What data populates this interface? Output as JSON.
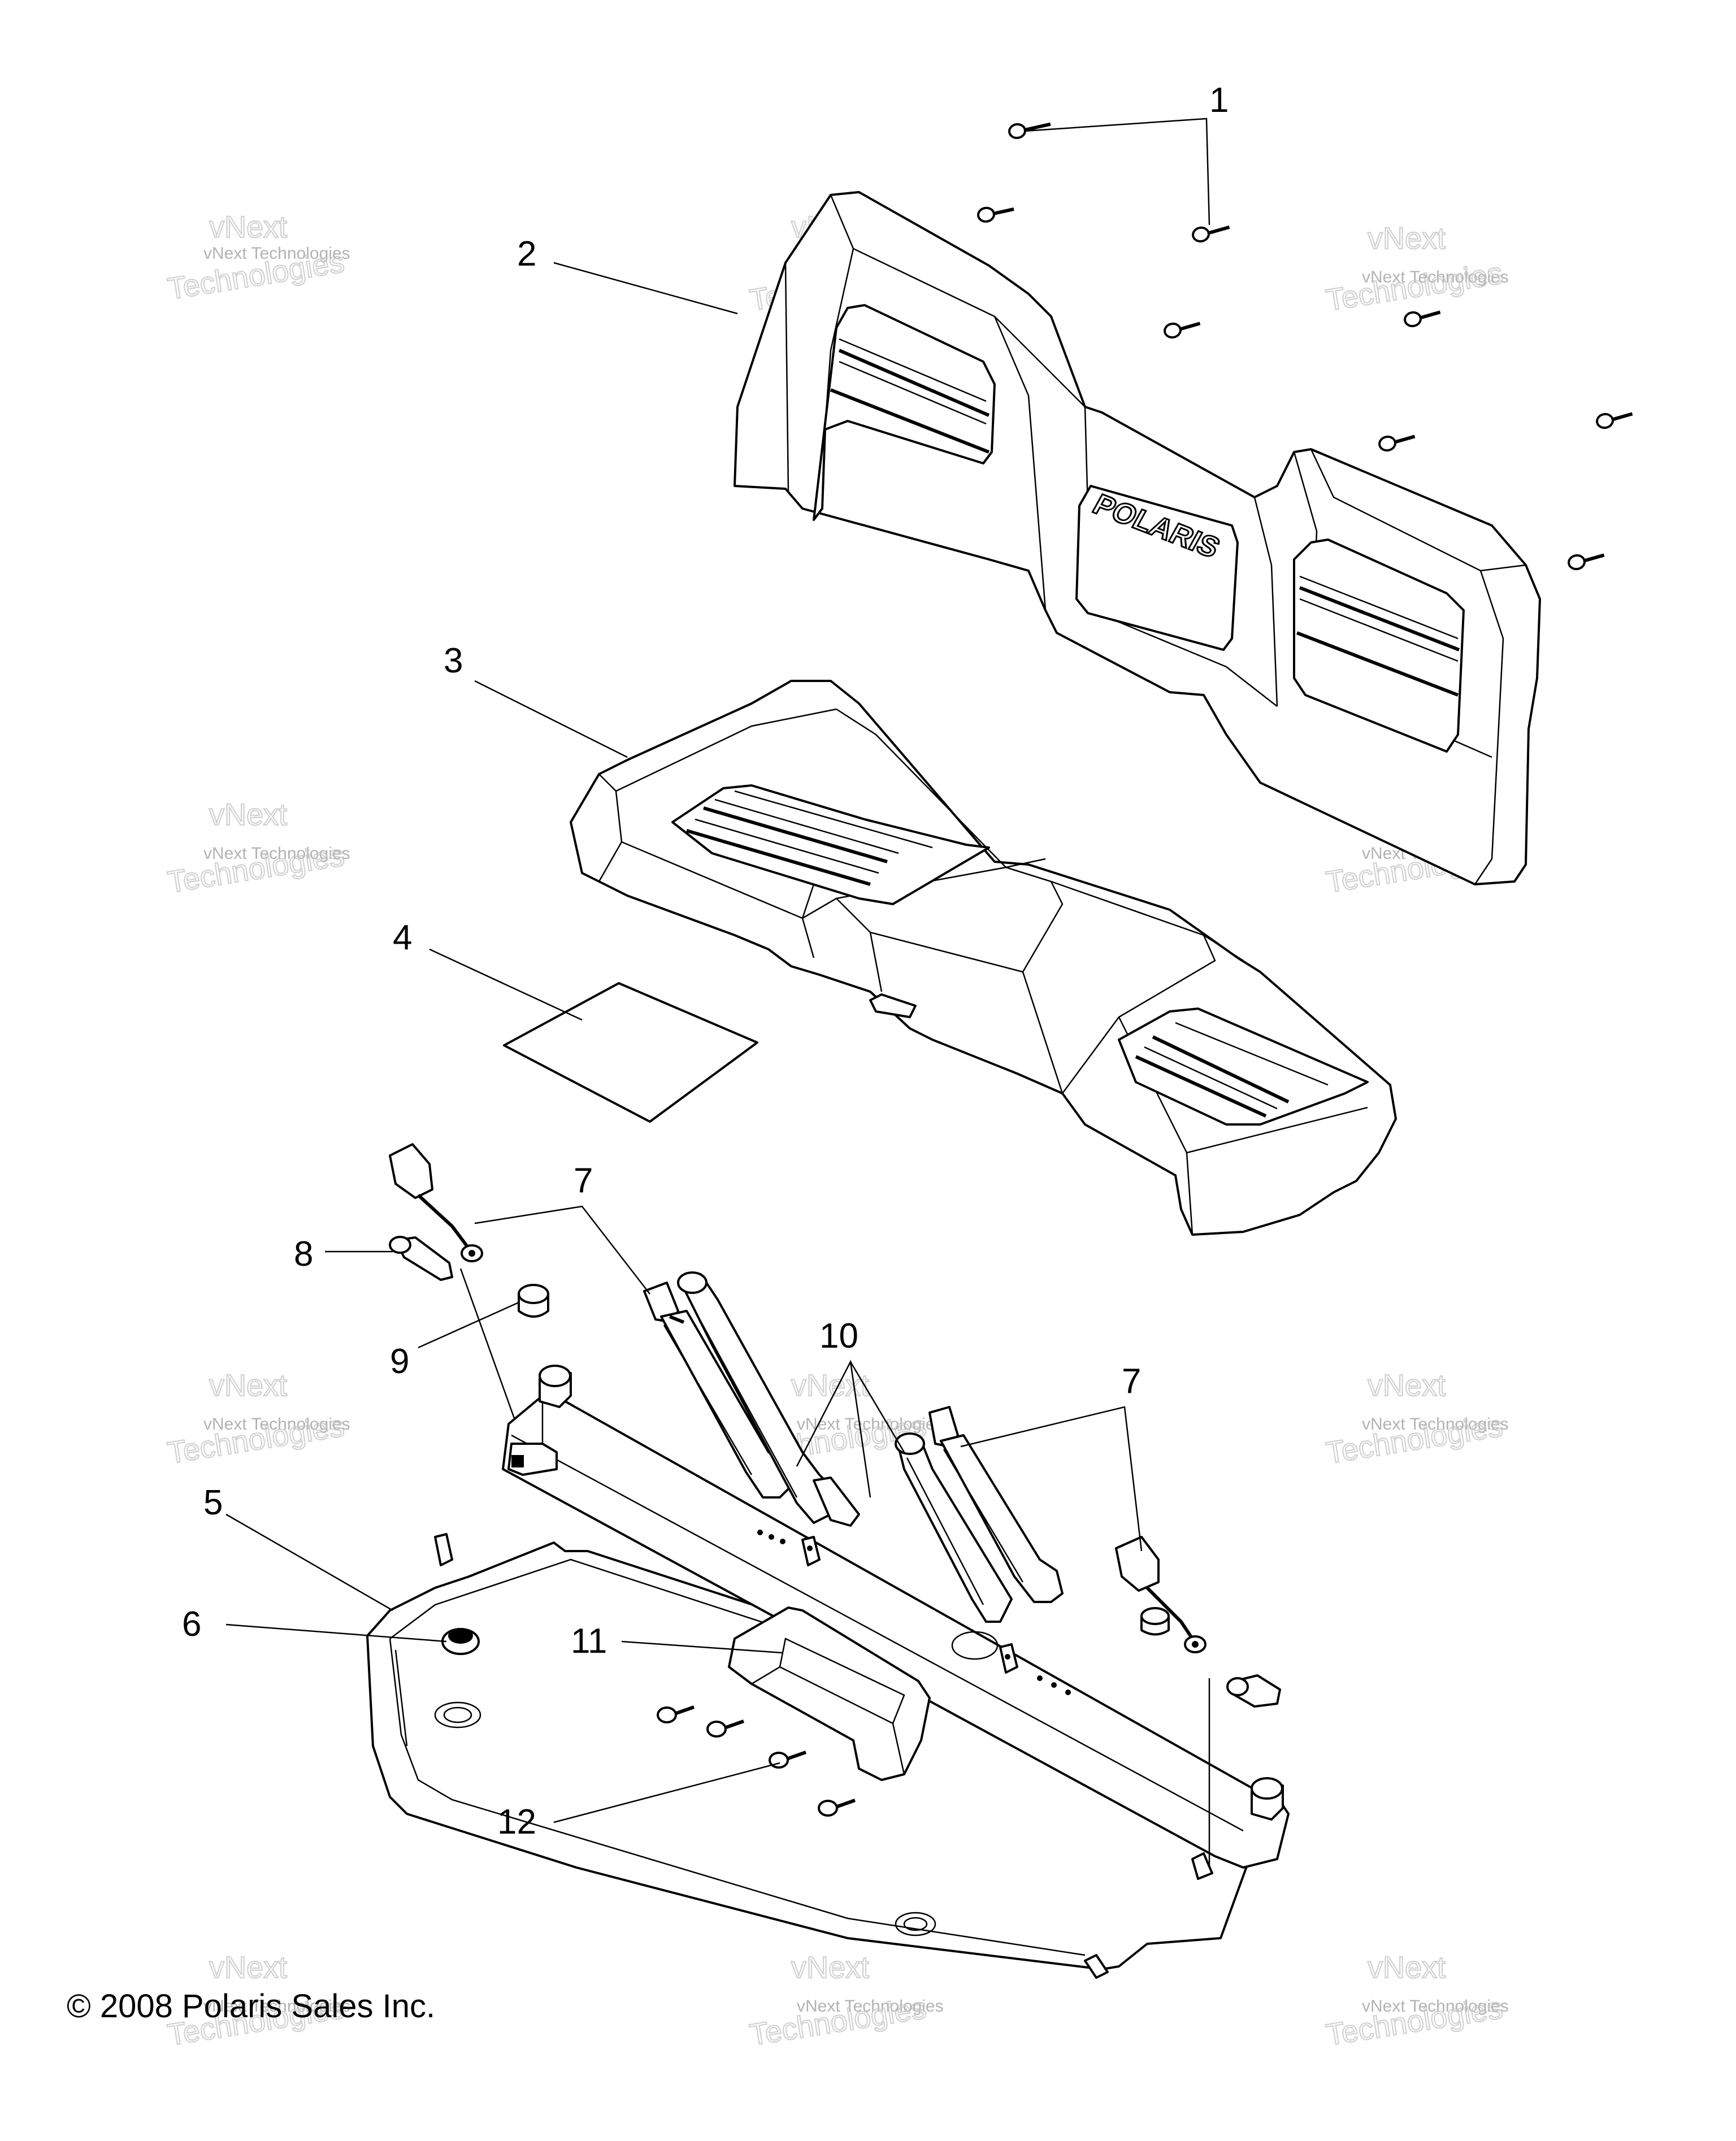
{
  "callouts": [
    {
      "id": "1",
      "label": "1"
    },
    {
      "id": "2",
      "label": "2"
    },
    {
      "id": "3",
      "label": "3"
    },
    {
      "id": "4",
      "label": "4"
    },
    {
      "id": "5",
      "label": "5"
    },
    {
      "id": "6",
      "label": "6"
    },
    {
      "id": "7a",
      "label": "7"
    },
    {
      "id": "7b",
      "label": "7"
    },
    {
      "id": "8",
      "label": "8"
    },
    {
      "id": "9",
      "label": "9"
    },
    {
      "id": "10",
      "label": "10"
    },
    {
      "id": "11",
      "label": "11"
    },
    {
      "id": "12",
      "label": "12"
    }
  ],
  "copyright": "© 2008 Polaris Sales Inc.",
  "seat_logo": "POLARIS",
  "watermark": {
    "line1": "vNext",
    "line2": "vNext Technologies",
    "line3": "Technologies"
  }
}
